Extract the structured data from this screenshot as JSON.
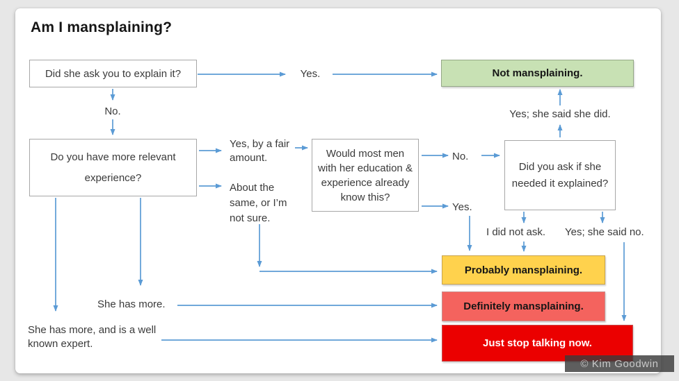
{
  "title": "Am I mansplaining?",
  "copyright": "© Kim Goodwin",
  "colors": {
    "arrow": "#5B9BD5",
    "green": "#C8E1B4",
    "yellow": "#FFD24D",
    "salmon": "#F4635E",
    "red": "#EB0000"
  },
  "nodes": {
    "ask_explain": "Did she ask you to explain it?",
    "more_experience": "Do you have more relevant experience?",
    "most_men_know": "Would most men with her education & experience already know this?",
    "ask_needed": "Did you ask if she needed it explained?",
    "not_mansplaining": "Not mansplaining.",
    "probably_mansplaining": "Probably mansplaining.",
    "definitely_mansplaining": "Definitely mansplaining.",
    "just_stop": "Just stop talking now."
  },
  "edge_labels": {
    "yes": "Yes.",
    "no": "No.",
    "yes_by_fair_amount": "Yes, by a fair amount.",
    "about_the_same": "About the same, or I’m not sure.",
    "no_most_men": "No.",
    "yes_most_men": "Yes.",
    "yes_she_said_she_did": "Yes; she said she did.",
    "i_did_not_ask": "I did not ask.",
    "yes_she_said_no": "Yes; she said no.",
    "she_has_more": "She has more.",
    "she_has_more_expert": "She has more, and is a well known expert."
  }
}
